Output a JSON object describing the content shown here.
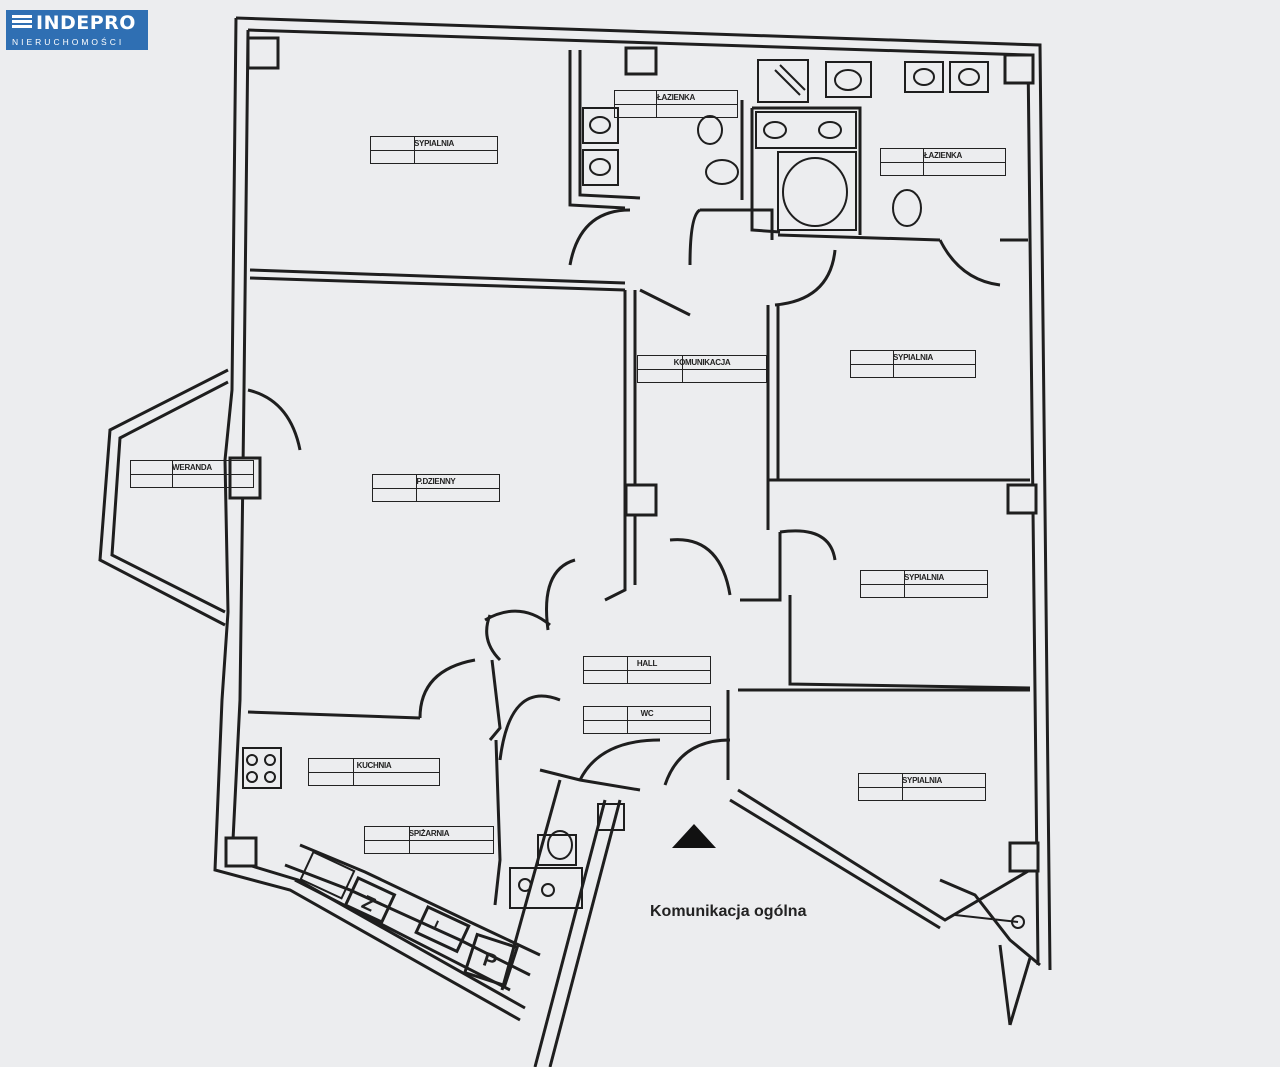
{
  "logo": {
    "brand": "INDEPRO",
    "sub": "NIERUCHOMOŚCI",
    "color": "#2f6fb3"
  },
  "rooms": [
    {
      "id": "sypialnia-1",
      "label": "SYPIALNIA"
    },
    {
      "id": "lazienka-1",
      "label": "ŁAZIENKA"
    },
    {
      "id": "lazienka-2",
      "label": "ŁAZIENKA"
    },
    {
      "id": "sypialnia-2",
      "label": "SYPIALNIA"
    },
    {
      "id": "komunikacja",
      "label": "KOMUNIKACJA"
    },
    {
      "id": "weranda",
      "label": "WERANDA"
    },
    {
      "id": "pokoj-dzienny",
      "label": "P.DZIENNY"
    },
    {
      "id": "sypialnia-3",
      "label": "SYPIALNIA"
    },
    {
      "id": "hall",
      "label": "HALL"
    },
    {
      "id": "wc",
      "label": "WC"
    },
    {
      "id": "kuchnia",
      "label": "KUCHNIA"
    },
    {
      "id": "sypialnia-4",
      "label": "SYPIALNIA"
    },
    {
      "id": "spizarnia",
      "label": "SPIŻARNIA"
    }
  ],
  "fixtures": {
    "z": "Z",
    "l": "L",
    "p": "P"
  },
  "common_area": "Komunikacja ogólna"
}
